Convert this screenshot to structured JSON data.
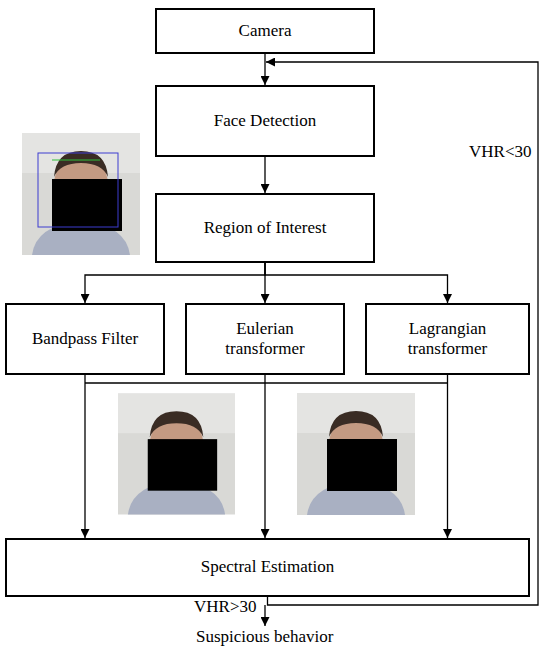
{
  "diagram": {
    "nodes": [
      {
        "text": [
          "Camera"
        ]
      },
      {
        "text": [
          "Face Detection"
        ]
      },
      {
        "text": [
          "Region of Interest"
        ]
      },
      {
        "text": [
          "Bandpass Filter"
        ]
      },
      {
        "text": [
          "Eulerian transformer"
        ]
      },
      {
        "text": [
          "Lagrangian transformer"
        ]
      },
      {
        "text": [
          "Spectral Estimation"
        ]
      }
    ],
    "edges": [
      {
        "from": 0,
        "to": 1,
        "arrow": "to"
      },
      {
        "from": 1,
        "to": 2,
        "arrow": "to"
      },
      {
        "from": 2,
        "to": 3,
        "arrow": "to"
      },
      {
        "from": 2,
        "to": 4,
        "arrow": "to"
      },
      {
        "from": 2,
        "to": 5,
        "arrow": "to"
      },
      {
        "from": 3,
        "to": 6,
        "arrow": "to"
      },
      {
        "from": 4,
        "to": 6,
        "arrow": "to"
      },
      {
        "from": 5,
        "to": 6,
        "arrow": "to"
      },
      {
        "from": 6,
        "to": 1,
        "label": "VHR<30",
        "arrow": "to"
      }
    ],
    "labels": [
      "VHR>30",
      "Suspicious behavior"
    ]
  }
}
